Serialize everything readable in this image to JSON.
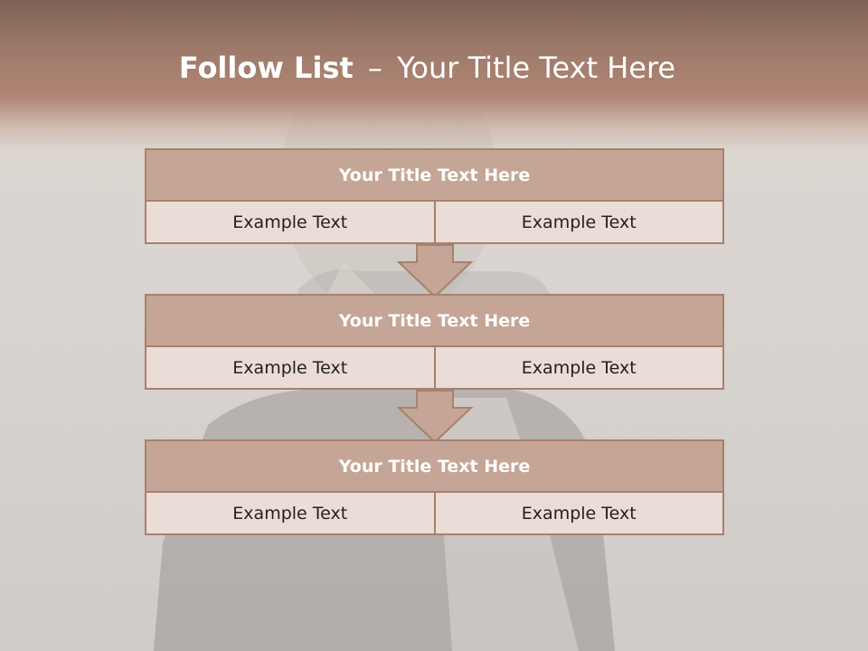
{
  "title": {
    "bold": "Follow List",
    "dash": "–",
    "rest": "Your Title Text Here"
  },
  "blocks": [
    {
      "title": "Your Title Text Here",
      "left": "Example Text",
      "right": "Example Text"
    },
    {
      "title": "Your Title Text Here",
      "left": "Example Text",
      "right": "Example Text"
    },
    {
      "title": "Your Title Text Here",
      "left": "Example Text",
      "right": "Example Text"
    }
  ],
  "colors": {
    "header_band": "#9c7868",
    "block_title": "#c5a595",
    "block_cell": "#eadcd7",
    "border": "#a8806f",
    "arrow": "#c5a595"
  }
}
